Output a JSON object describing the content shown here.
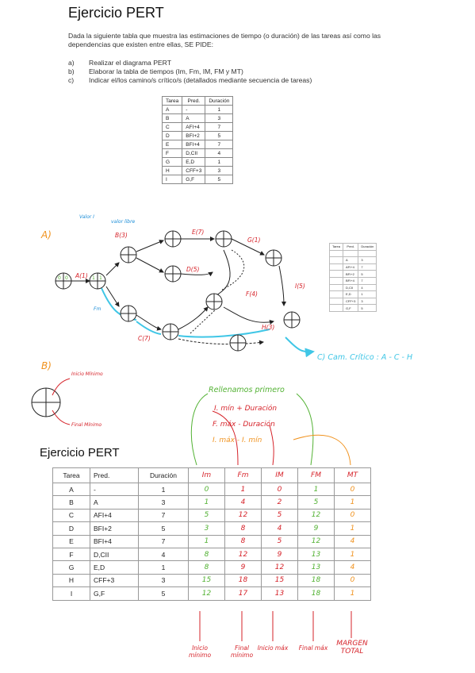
{
  "title": "Ejercicio PERT",
  "intro": "Dada la siguiente tabla que muestra las estimaciones de tiempo (o duración) de las tareas así como las dependencias que existen entre ellas, SE PIDE:",
  "tasks": [
    {
      "letter": "a)",
      "text": "Realizar el diagrama PERT"
    },
    {
      "letter": "b)",
      "text": "Elaborar la tabla de tiempos (Im, Fm, IM, FM y MT)"
    },
    {
      "letter": "c)",
      "text": "Indicar el/los camino/s crítico/s (detallados mediante secuencia de tareas)"
    }
  ],
  "table1": {
    "headers": [
      "Tarea",
      "Pred.",
      "Duración"
    ],
    "rows": [
      [
        "A",
        "-",
        "1"
      ],
      [
        "B",
        "A",
        "3"
      ],
      [
        "C",
        "AFI+4",
        "7"
      ],
      [
        "D",
        "BFI+2",
        "5"
      ],
      [
        "E",
        "BFI+4",
        "7"
      ],
      [
        "F",
        "D,CII",
        "4"
      ],
      [
        "G",
        "E,D",
        "1"
      ],
      [
        "H",
        "CFF+3",
        "3"
      ],
      [
        "I",
        "G,F",
        "5"
      ]
    ]
  },
  "diagram": {
    "section_a": "A)",
    "section_b": "B)",
    "section_c": "C) Cam. Crítico : A - C - H",
    "arrow_labels": [
      "A(1)",
      "B(3)",
      "C(7)",
      "D(5)",
      "E(7)",
      "F(4)",
      "G(1)",
      "H(3)",
      "I(5)"
    ],
    "blue_notes": [
      "Valor I",
      "valor libre",
      "Fm"
    ],
    "legend_b": [
      "Inicio Mínimo",
      "Final Mínimo"
    ]
  },
  "table2": {
    "headers": [
      "Tarea",
      "Pred.",
      "Duración"
    ],
    "rows": [
      [
        "",
        "",
        ""
      ],
      [
        "",
        "A",
        "3"
      ],
      [
        "",
        "AFI+4",
        "7"
      ],
      [
        "",
        "BFI+2",
        "5"
      ],
      [
        "",
        "BFI+4",
        "7"
      ],
      [
        "",
        "D,CII",
        "4"
      ],
      [
        "",
        "E,D",
        "1"
      ],
      [
        "",
        "CFF+3",
        "3"
      ],
      [
        "",
        "G,F",
        "5"
      ]
    ]
  },
  "annotations": {
    "fill_first": "Rellenamos primero",
    "f1": "I. mín + Duración",
    "f2": "F. máx - Duración",
    "f3": "I. máx - I. mín"
  },
  "subtitle2": "Ejercicio PERT",
  "table3": {
    "headers": [
      "Tarea",
      "Pred.",
      "Duración",
      "Im",
      "Fm",
      "IM",
      "FM",
      "MT"
    ],
    "rows": [
      [
        "A",
        "-",
        "1",
        "0",
        "1",
        "0",
        "1",
        "0"
      ],
      [
        "B",
        "A",
        "3",
        "1",
        "4",
        "2",
        "5",
        "1"
      ],
      [
        "C",
        "AFI+4",
        "7",
        "5",
        "12",
        "5",
        "12",
        "0"
      ],
      [
        "D",
        "BFI+2",
        "5",
        "3",
        "8",
        "4",
        "9",
        "1"
      ],
      [
        "E",
        "BFI+4",
        "7",
        "1",
        "8",
        "5",
        "12",
        "4"
      ],
      [
        "F",
        "D,CII",
        "4",
        "8",
        "12",
        "9",
        "13",
        "1"
      ],
      [
        "G",
        "E,D",
        "1",
        "8",
        "9",
        "12",
        "13",
        "4"
      ],
      [
        "H",
        "CFF+3",
        "3",
        "15",
        "18",
        "15",
        "18",
        "0"
      ],
      [
        "I",
        "G,F",
        "5",
        "12",
        "17",
        "13",
        "18",
        "1"
      ]
    ]
  },
  "bottom_labels": [
    "Inicio mínimo",
    "Final mínimo",
    "Inicio máx",
    "Final máx",
    "MARGEN TOTAL"
  ],
  "colors": {
    "green": "#53b234",
    "red": "#d6232a",
    "orange": "#f0921e",
    "blue": "#1c8ed8",
    "cyan": "#3fc6e6"
  }
}
